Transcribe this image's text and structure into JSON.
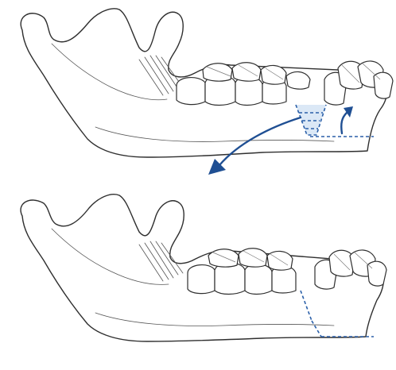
{
  "figure": {
    "panels": [
      {
        "id": "before",
        "steps": [
          "wedge-osteotomy",
          "rotation-arrow",
          "anterior-arrow"
        ]
      },
      {
        "id": "after",
        "steps": [
          "closed-osteotomy"
        ]
      }
    ]
  },
  "colors": {
    "ink": "#2f2f2f",
    "guide_line": "#2a5fa8",
    "arrow": "#1f4f93",
    "wedge_fill": "#dbe8f6",
    "background": "#ffffff"
  }
}
